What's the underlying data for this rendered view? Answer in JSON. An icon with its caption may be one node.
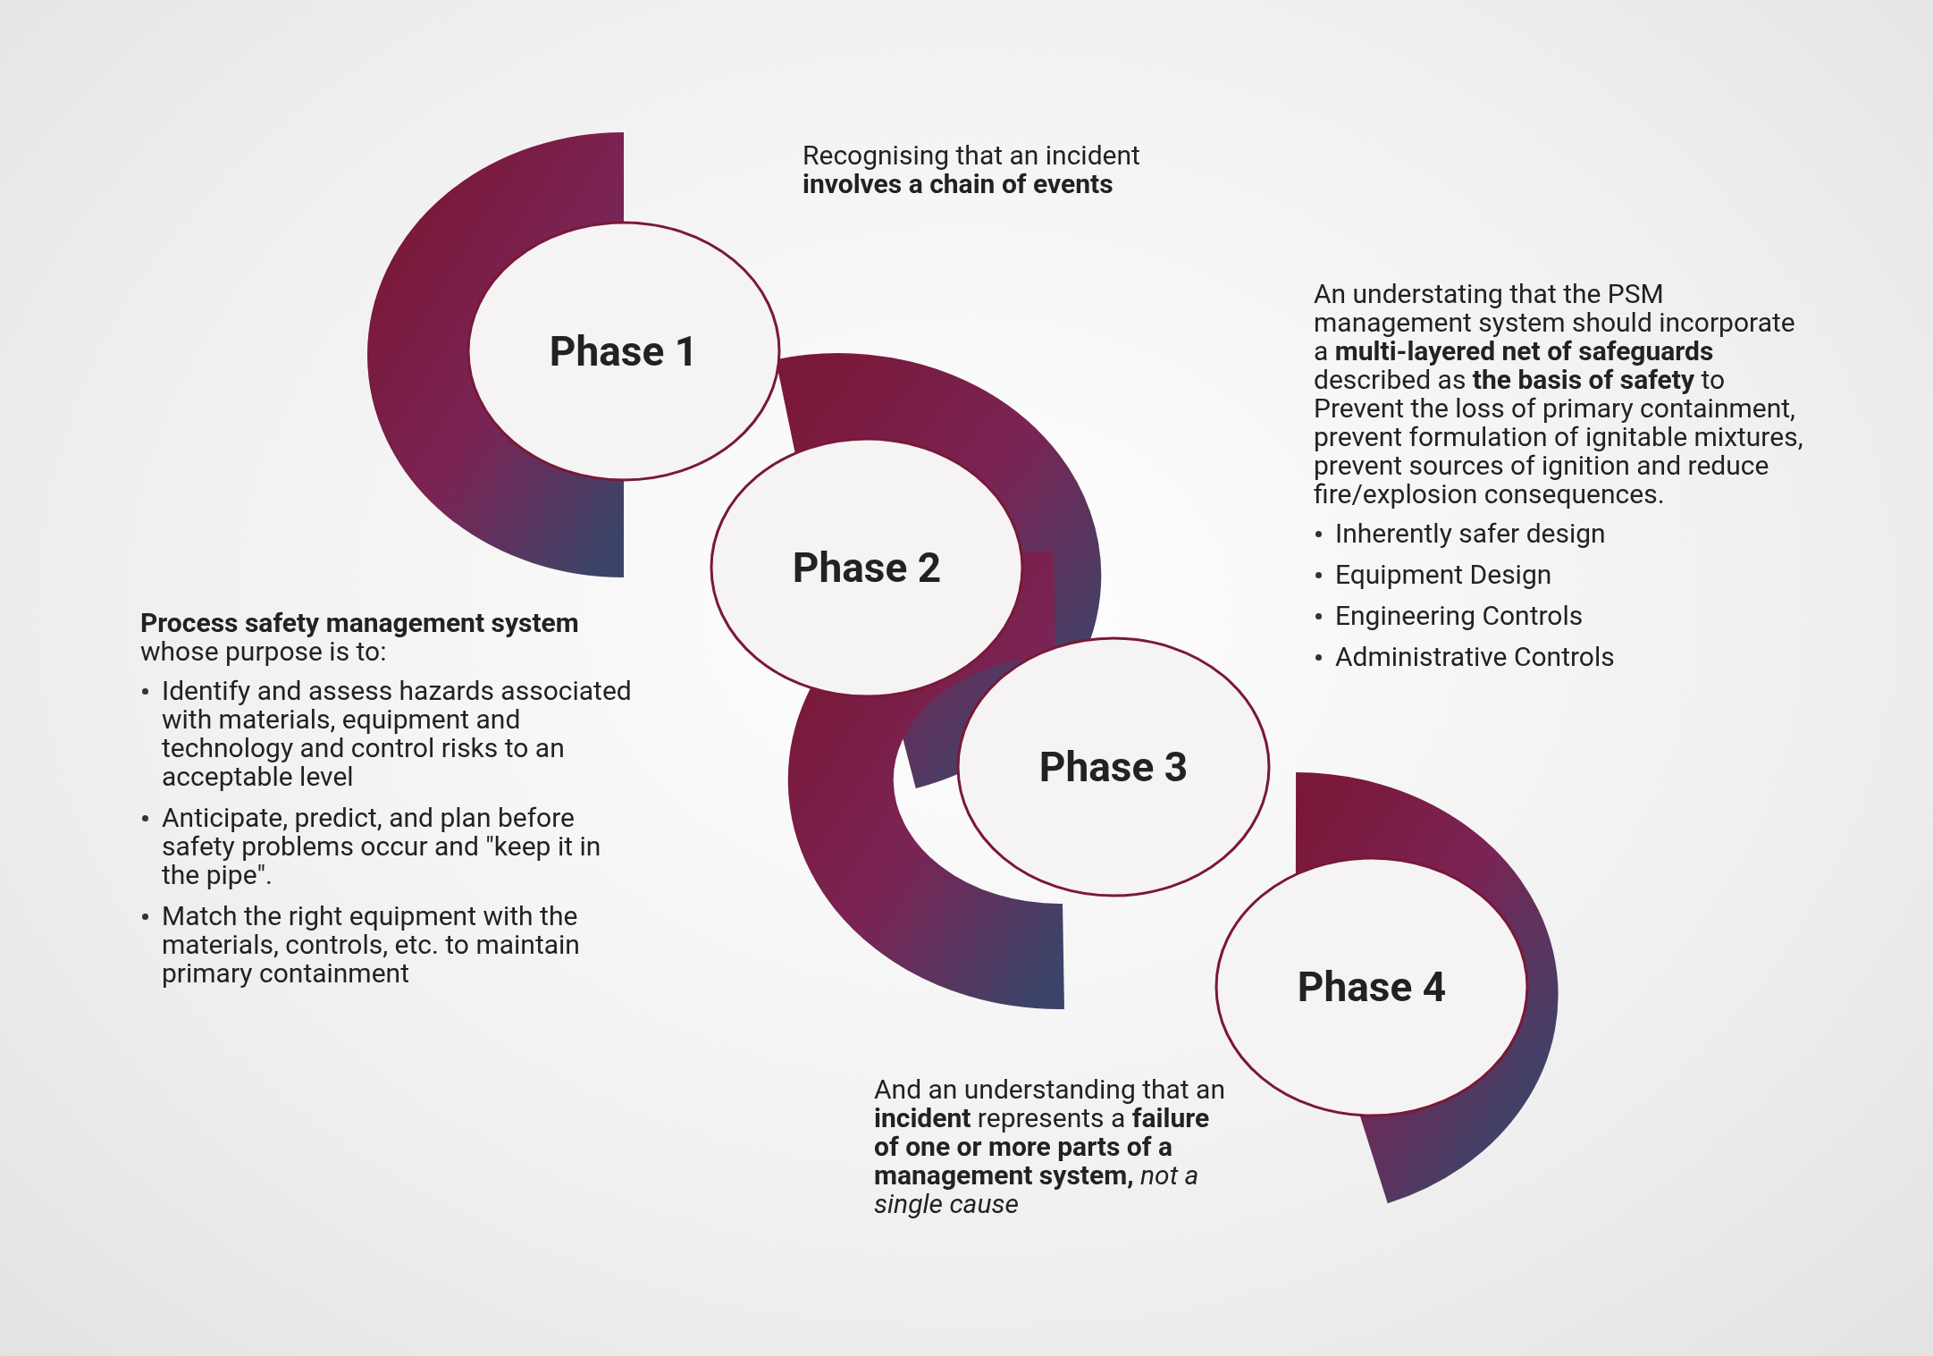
{
  "diagram": {
    "nodes": [
      {
        "text": [
          "Phase 1"
        ],
        "beside": [
          "Recognising that an incident **involves a chain of events**"
        ]
      },
      {
        "text": [
          "Phase 2"
        ],
        "beside": [
          "**Process safety management system** whose purpose is to:",
          "Identify and assess hazards associated with materials, equipment and technology and control risks to an acceptable level",
          "Anticipate, predict, and plan before safety problems occur and \"keep it in the pipe\".",
          "Match the right equipment with the materials, controls, etc. to maintain primary containment"
        ]
      },
      {
        "text": [
          "Phase 3"
        ],
        "beside": [
          "An understating that the PSM management system should incorporate a **multi-layered net of safeguards** described as **the basis of safety** to Prevent the loss of primary containment, prevent formulation of ignitable mixtures, prevent sources of ignition and reduce fire/explosion consequences.",
          "Inherently safer design",
          "Equipment Design",
          "Engineering Controls",
          "Administrative Controls"
        ]
      },
      {
        "text": [
          "Phase 4"
        ],
        "beside": [
          "And an understanding that an **incident** represents a **failure of one or more parts of a management system,** *not a single cause*"
        ]
      }
    ],
    "edges": []
  }
}
